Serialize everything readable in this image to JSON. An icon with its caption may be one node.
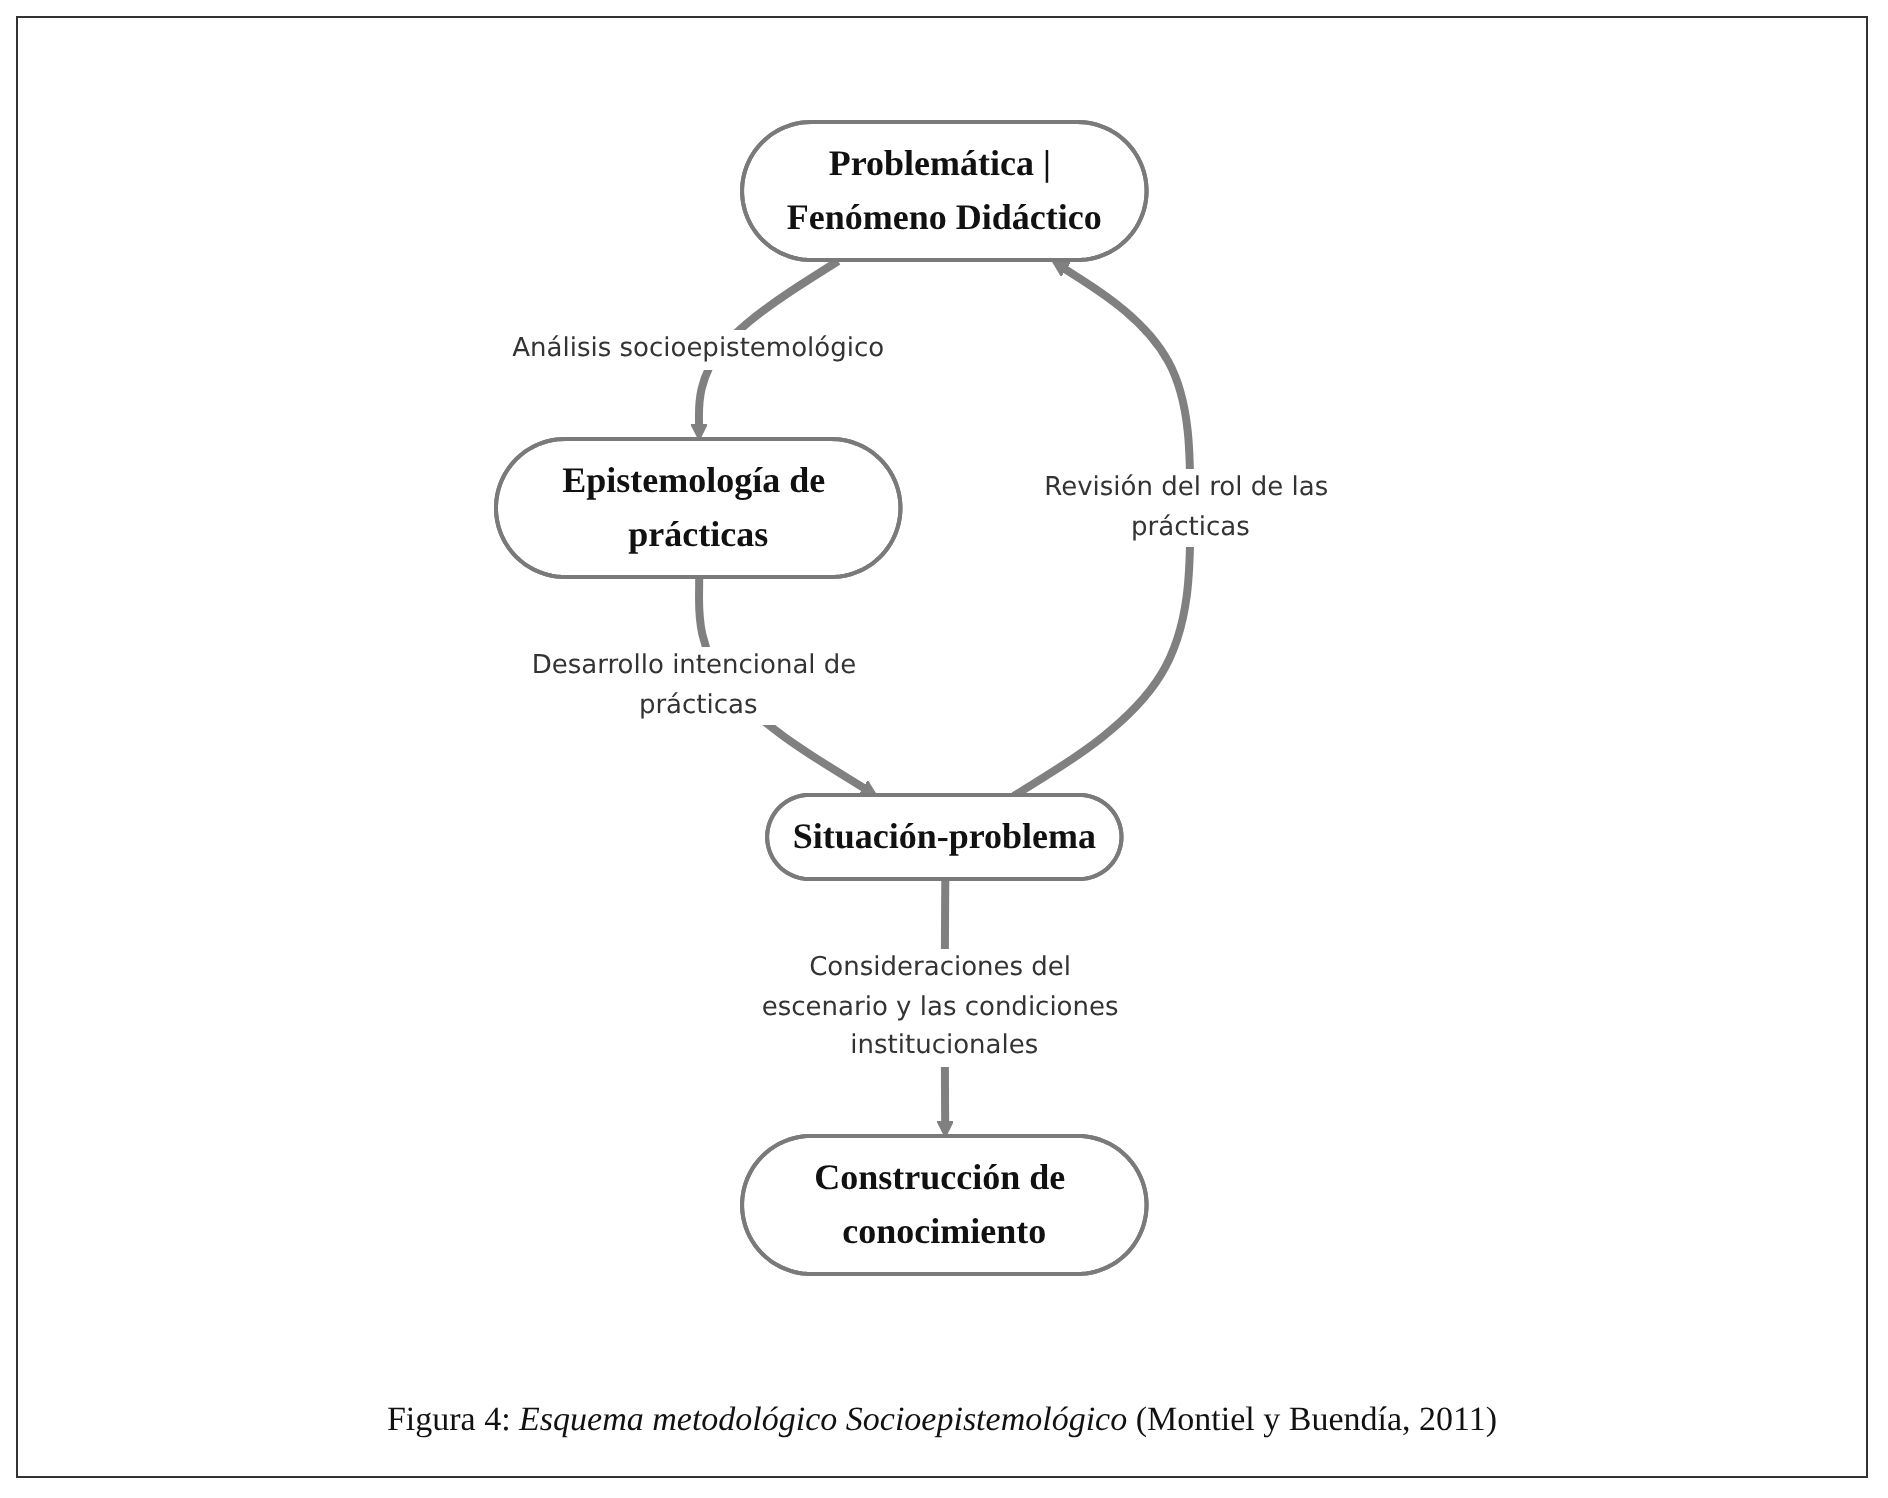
{
  "diagram": {
    "caption": "Figura 4: *Esquema metodológico Socioepistemológico* (Montiel y Buendía, 2011)",
    "nodes": [
      {
        "text": [
          "Problemática | Fenómeno Didáctico"
        ]
      },
      {
        "text": [
          "Epistemología de prácticas"
        ]
      },
      {
        "text": [
          "Situación-problema"
        ]
      },
      {
        "text": [
          "Construcción de conocimiento"
        ]
      }
    ],
    "edges": [
      {
        "from": 0,
        "to": 1,
        "arrow": "to",
        "label": "Análisis socioepistemológico"
      },
      {
        "from": 1,
        "to": 2,
        "arrow": "to",
        "label": "Desarrollo intencional de prácticas"
      },
      {
        "from": 2,
        "to": 0,
        "arrow": "to",
        "label": "Revisión del rol de las prácticas"
      },
      {
        "from": 2,
        "to": 3,
        "arrow": "to",
        "label": "Consideraciones del escenario y las condiciones institucionales"
      }
    ]
  }
}
